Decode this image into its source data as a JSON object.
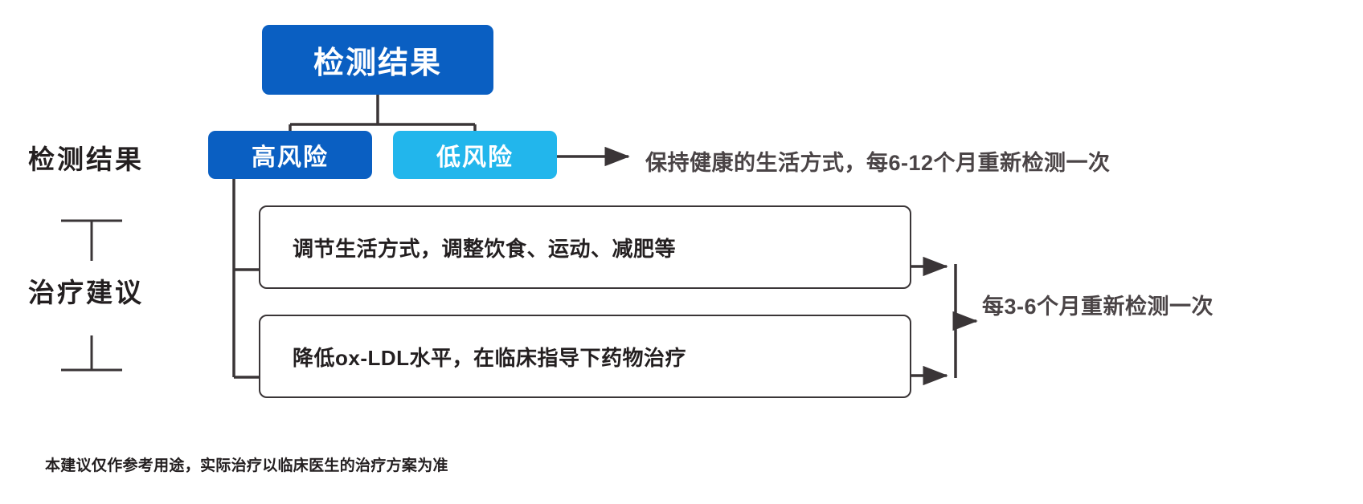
{
  "diagram": {
    "root": {
      "label": "检测结果"
    },
    "branches": [
      {
        "label": "高风险",
        "color": "#0a5fc2"
      },
      {
        "label": "低风险",
        "color": "#22b6ec"
      }
    ],
    "low_risk_outcome": "保持健康的生活方式，每6-12个月重新检测一次",
    "treatment_cards": [
      {
        "text": "调节生活方式，调整饮食、运动、减肥等"
      },
      {
        "text": "降低ox-LDL水平，在临床指导下药物治疗"
      }
    ],
    "merged_outcome": "每3-6个月重新检测一次",
    "side_labels": [
      {
        "text": "检测结果"
      },
      {
        "text": "治疗建议"
      }
    ],
    "footnote": "本建议仅作参考用途，实际治疗以临床医生的治疗方案为准",
    "colors": {
      "primary_blue": "#0a5fc2",
      "accent_cyan": "#22b6ec",
      "line": "#3a3537",
      "text": "#231f20",
      "muted_text": "#4a4446",
      "background": "#ffffff"
    }
  }
}
